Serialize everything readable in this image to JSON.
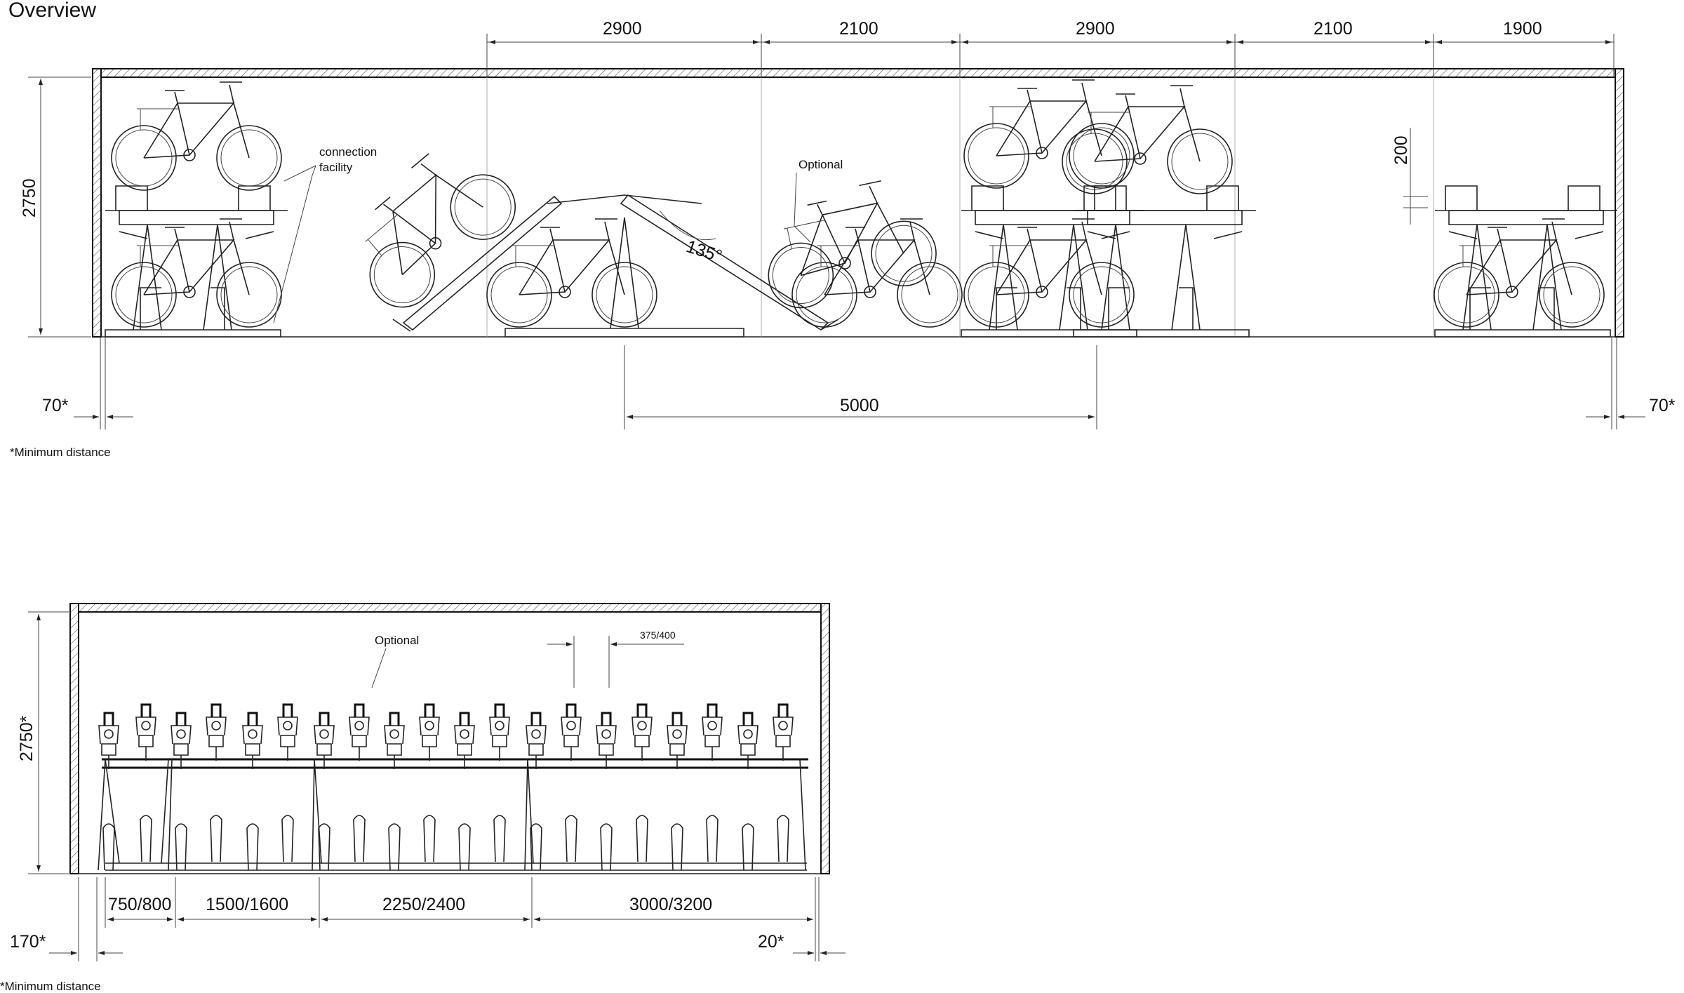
{
  "title": "Overview",
  "top_view": {
    "span_dims": [
      "2900",
      "2100",
      "2900",
      "2100",
      "1900"
    ],
    "height_dim": "2750",
    "gap_dim": "200",
    "angle_label": "135°",
    "module_dim": "5000",
    "left_min": "70*",
    "right_min": "70*",
    "callout_connection": "connection\nfacility",
    "callout_connection_line1": "connection",
    "callout_connection_line2": "facility",
    "callout_optional": "Optional",
    "footnote": "*Minimum distance"
  },
  "bottom_view": {
    "height_dim": "2750*",
    "callout_optional": "Optional",
    "pitch_dim": "375/400",
    "length_dims": [
      "750/800",
      "1500/1600",
      "2250/2400",
      "3000/3200"
    ],
    "left_min": "170*",
    "right_min": "20*",
    "footnote": "*Minimum distance"
  }
}
